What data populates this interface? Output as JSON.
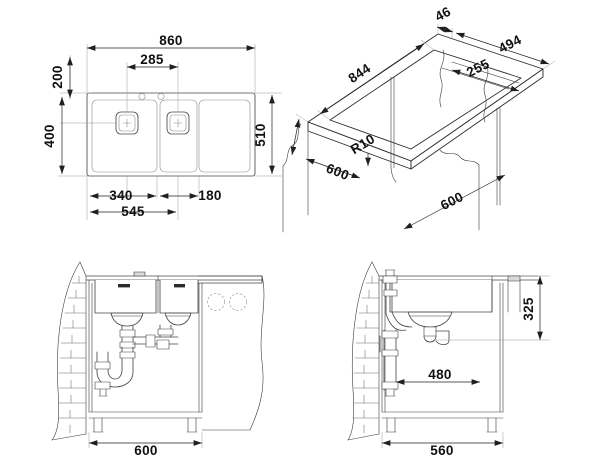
{
  "document": {
    "type": "technical-drawing",
    "subject": "Double bowl kitchen sink with drainer",
    "units": "mm",
    "background_color": "#ffffff",
    "line_color": "#2b2b2b",
    "text_color": "#111111"
  },
  "views": {
    "plan": {
      "name": "Top / plan view",
      "dimensions": {
        "overall_width": "860",
        "tap_hole_spacing": "285",
        "top_offset": "200",
        "drain_center_from_top": "400",
        "overall_depth": "510",
        "left_bowl_width": "340",
        "right_bowl_width": "180",
        "drain_to_drain": "545"
      },
      "features": {
        "tap_holes": 2,
        "bowls": 2,
        "waste_outlets": 2
      }
    },
    "isometric": {
      "name": "Worktop cut-out isometric view",
      "dimensions": {
        "cutout_length": "844",
        "corner_radius": "R10",
        "cutout_depth": "600",
        "edge_offset": "46",
        "panel_length": "494",
        "bridge_width": "255",
        "cabinet_depth": "600"
      }
    },
    "front_elevation": {
      "name": "Front elevation with waste trap",
      "dimensions": {
        "cabinet_width": "600"
      },
      "features": {
        "wall_hatching": "brick",
        "tap_holes_hidden": 2,
        "bowls": 2
      }
    },
    "side_elevation": {
      "name": "Side elevation with waste trap",
      "dimensions": {
        "bowl_height": "325",
        "trap_offset": "480",
        "cabinet_depth": "560"
      }
    }
  },
  "labels": {
    "d860": "860",
    "d285": "285",
    "d200": "200",
    "d400": "400",
    "d510": "510",
    "d340": "340",
    "d180": "180",
    "d545": "545",
    "d844": "844",
    "dR10": "R10",
    "d600_iso_left": "600",
    "d46": "46",
    "d494": "494",
    "d255": "255",
    "d600_iso_bottom": "600",
    "d600_front": "600",
    "d325": "325",
    "d480": "480",
    "d560": "560"
  }
}
